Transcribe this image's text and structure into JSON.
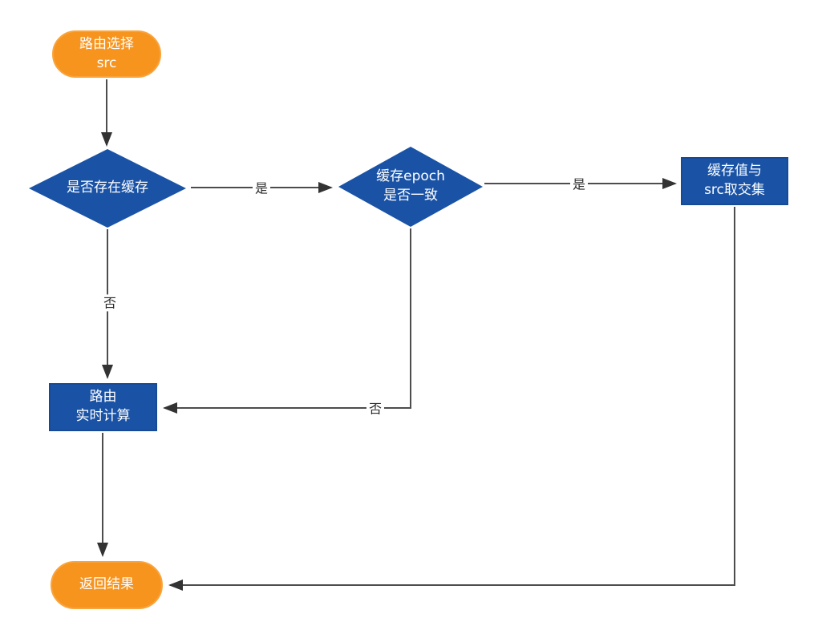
{
  "diagram": {
    "nodes": {
      "start": {
        "label": "路由选择\nsrc",
        "shape": "rounded-rectangle",
        "fill": "#F7941E"
      },
      "cache_exists": {
        "label": "是否存在缓存",
        "shape": "diamond",
        "fill": "#1A53A6"
      },
      "epoch_match": {
        "label": "缓存epoch\n是否一致",
        "shape": "diamond",
        "fill": "#1A53A6"
      },
      "intersect": {
        "label": "缓存值与\nsrc取交集",
        "shape": "rectangle",
        "fill": "#1A53A6"
      },
      "realtime": {
        "label": "路由\n实时计算",
        "shape": "rectangle",
        "fill": "#1A53A6"
      },
      "result": {
        "label": "返回结果",
        "shape": "rounded-rectangle",
        "fill": "#F7941E"
      }
    },
    "edge_labels": {
      "cache_exists_yes": "是",
      "cache_exists_no": "否",
      "epoch_match_yes": "是",
      "epoch_match_no": "否"
    },
    "colors": {
      "orange_node": "#F7941E",
      "blue_node": "#1A53A6",
      "connector_line": "#4D4D4D",
      "arrowhead": "#333333",
      "node_text": "#FFFFFF",
      "edge_label_text": "#2B2B2B",
      "background": "#FFFFFF"
    }
  }
}
